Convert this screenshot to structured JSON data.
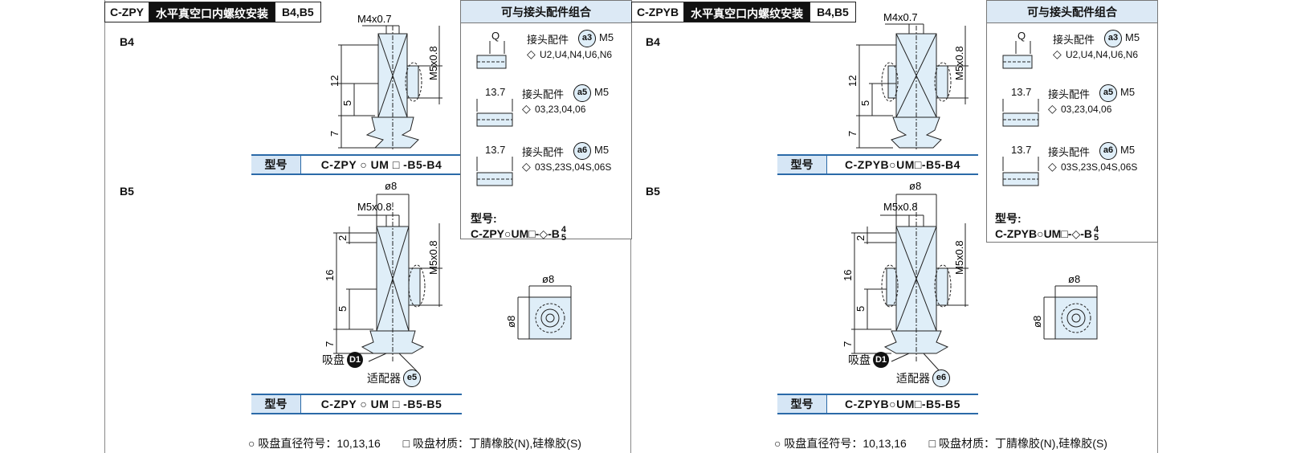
{
  "left": {
    "header": {
      "model": "C-ZPY",
      "title": "水平真空口内螺纹安装",
      "variants": "B4,B5"
    },
    "sec_b4": "B4",
    "sec_b5": "B5",
    "combo_title": "可与接头配件组合",
    "b4_dims": {
      "top": "M4x0.7",
      "side": "M5x0.8",
      "h1": "12",
      "h2": "5",
      "h3": "7"
    },
    "b5_dims": {
      "dia": "ø8",
      "top": "M5x0.8",
      "side": "M5x0.8",
      "h0": "2",
      "h1": "16",
      "h2": "5",
      "h3": "7"
    },
    "fittings": [
      {
        "dim": "Q",
        "label": "接头配件",
        "code": "a3",
        "thread": "M5",
        "sizes": "U2,U4,N4,U6,N6"
      },
      {
        "dim": "13.7",
        "label": "接头配件",
        "code": "a5",
        "thread": "M5",
        "sizes": "03,23,04,06"
      },
      {
        "dim": "13.7",
        "label": "接头配件",
        "code": "a6",
        "thread": "M5",
        "sizes": "03S,23S,04S,06S"
      }
    ],
    "model_label": "型号:",
    "model_code": "C-ZPY○UM□-◇-B",
    "model_sup": "4",
    "model_sub": "5",
    "model_b4": {
      "key": "型号",
      "value": "C-ZPY ○ UM □ -B5-B4"
    },
    "model_b5": {
      "key": "型号",
      "value": "C-ZPY ○ UM □ -B5-B5"
    },
    "cup_label": "吸盘",
    "cup_code": "D1",
    "adapter_label": "适配器",
    "adapter_code": "e5",
    "view_dia": "ø8",
    "legend1": "○ 吸盘直径符号：10,13,16",
    "legend2": "□ 吸盘材质：丁腈橡胶(N),硅橡胶(S)"
  },
  "right": {
    "header": {
      "model": "C-ZPYB",
      "title": "水平真空口内螺纹安装",
      "variants": "B4,B5"
    },
    "sec_b4": "B4",
    "sec_b5": "B5",
    "combo_title": "可与接头配件组合",
    "b4_dims": {
      "top": "M4x0.7",
      "side": "M5x0.8",
      "h1": "12",
      "h2": "5",
      "h3": "7"
    },
    "b5_dims": {
      "dia": "ø8",
      "top": "M5x0.8",
      "side": "M5x0.8",
      "h0": "2",
      "h1": "16",
      "h2": "5",
      "h3": "7"
    },
    "fittings": [
      {
        "dim": "Q",
        "label": "接头配件",
        "code": "a3",
        "thread": "M5",
        "sizes": "U2,U4,N4,U6,N6"
      },
      {
        "dim": "13.7",
        "label": "接头配件",
        "code": "a5",
        "thread": "M5",
        "sizes": "03,23,04,06"
      },
      {
        "dim": "13.7",
        "label": "接头配件",
        "code": "a6",
        "thread": "M5",
        "sizes": "03S,23S,04S,06S"
      }
    ],
    "model_label": "型号:",
    "model_code": "C-ZPYB○UM□-◇-B",
    "model_sup": "4",
    "model_sub": "5",
    "model_b4": {
      "key": "型号",
      "value": "C-ZPYB○UM□-B5-B4"
    },
    "model_b5": {
      "key": "型号",
      "value": "C-ZPYB○UM□-B5-B5"
    },
    "cup_label": "吸盘",
    "cup_code": "D1",
    "adapter_label": "适配器",
    "adapter_code": "e6",
    "view_dia": "ø8",
    "legend1": "○ 吸盘直径符号：10,13,16",
    "legend2": "□ 吸盘材质：丁腈橡胶(N),硅橡胶(S)"
  }
}
